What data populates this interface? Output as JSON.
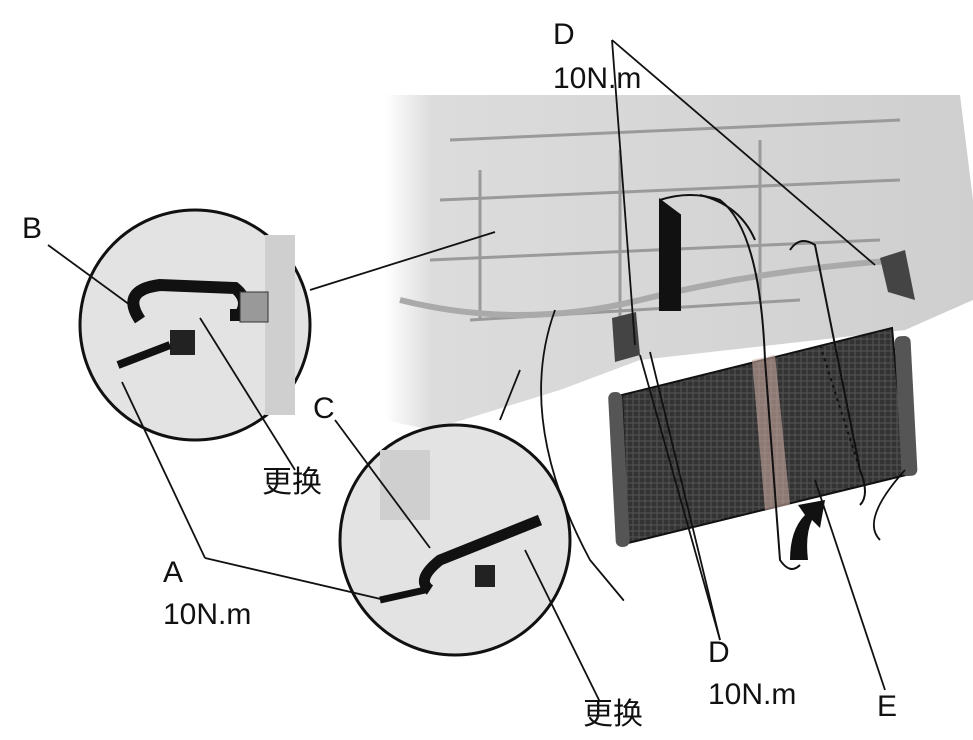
{
  "labels": {
    "d_top": "D",
    "d_top_torque": "10N.m",
    "b": "B",
    "c": "C",
    "replace_b": "更换",
    "a": "A",
    "a_torque": "10N.m",
    "replace_c": "更换",
    "d_bottom": "D",
    "d_bottom_torque": "10N.m",
    "e": "E"
  },
  "colors": {
    "line": "#111111",
    "body": "#d9d9d9",
    "radiator": "#3a3a3a",
    "arrow": "#111111"
  }
}
